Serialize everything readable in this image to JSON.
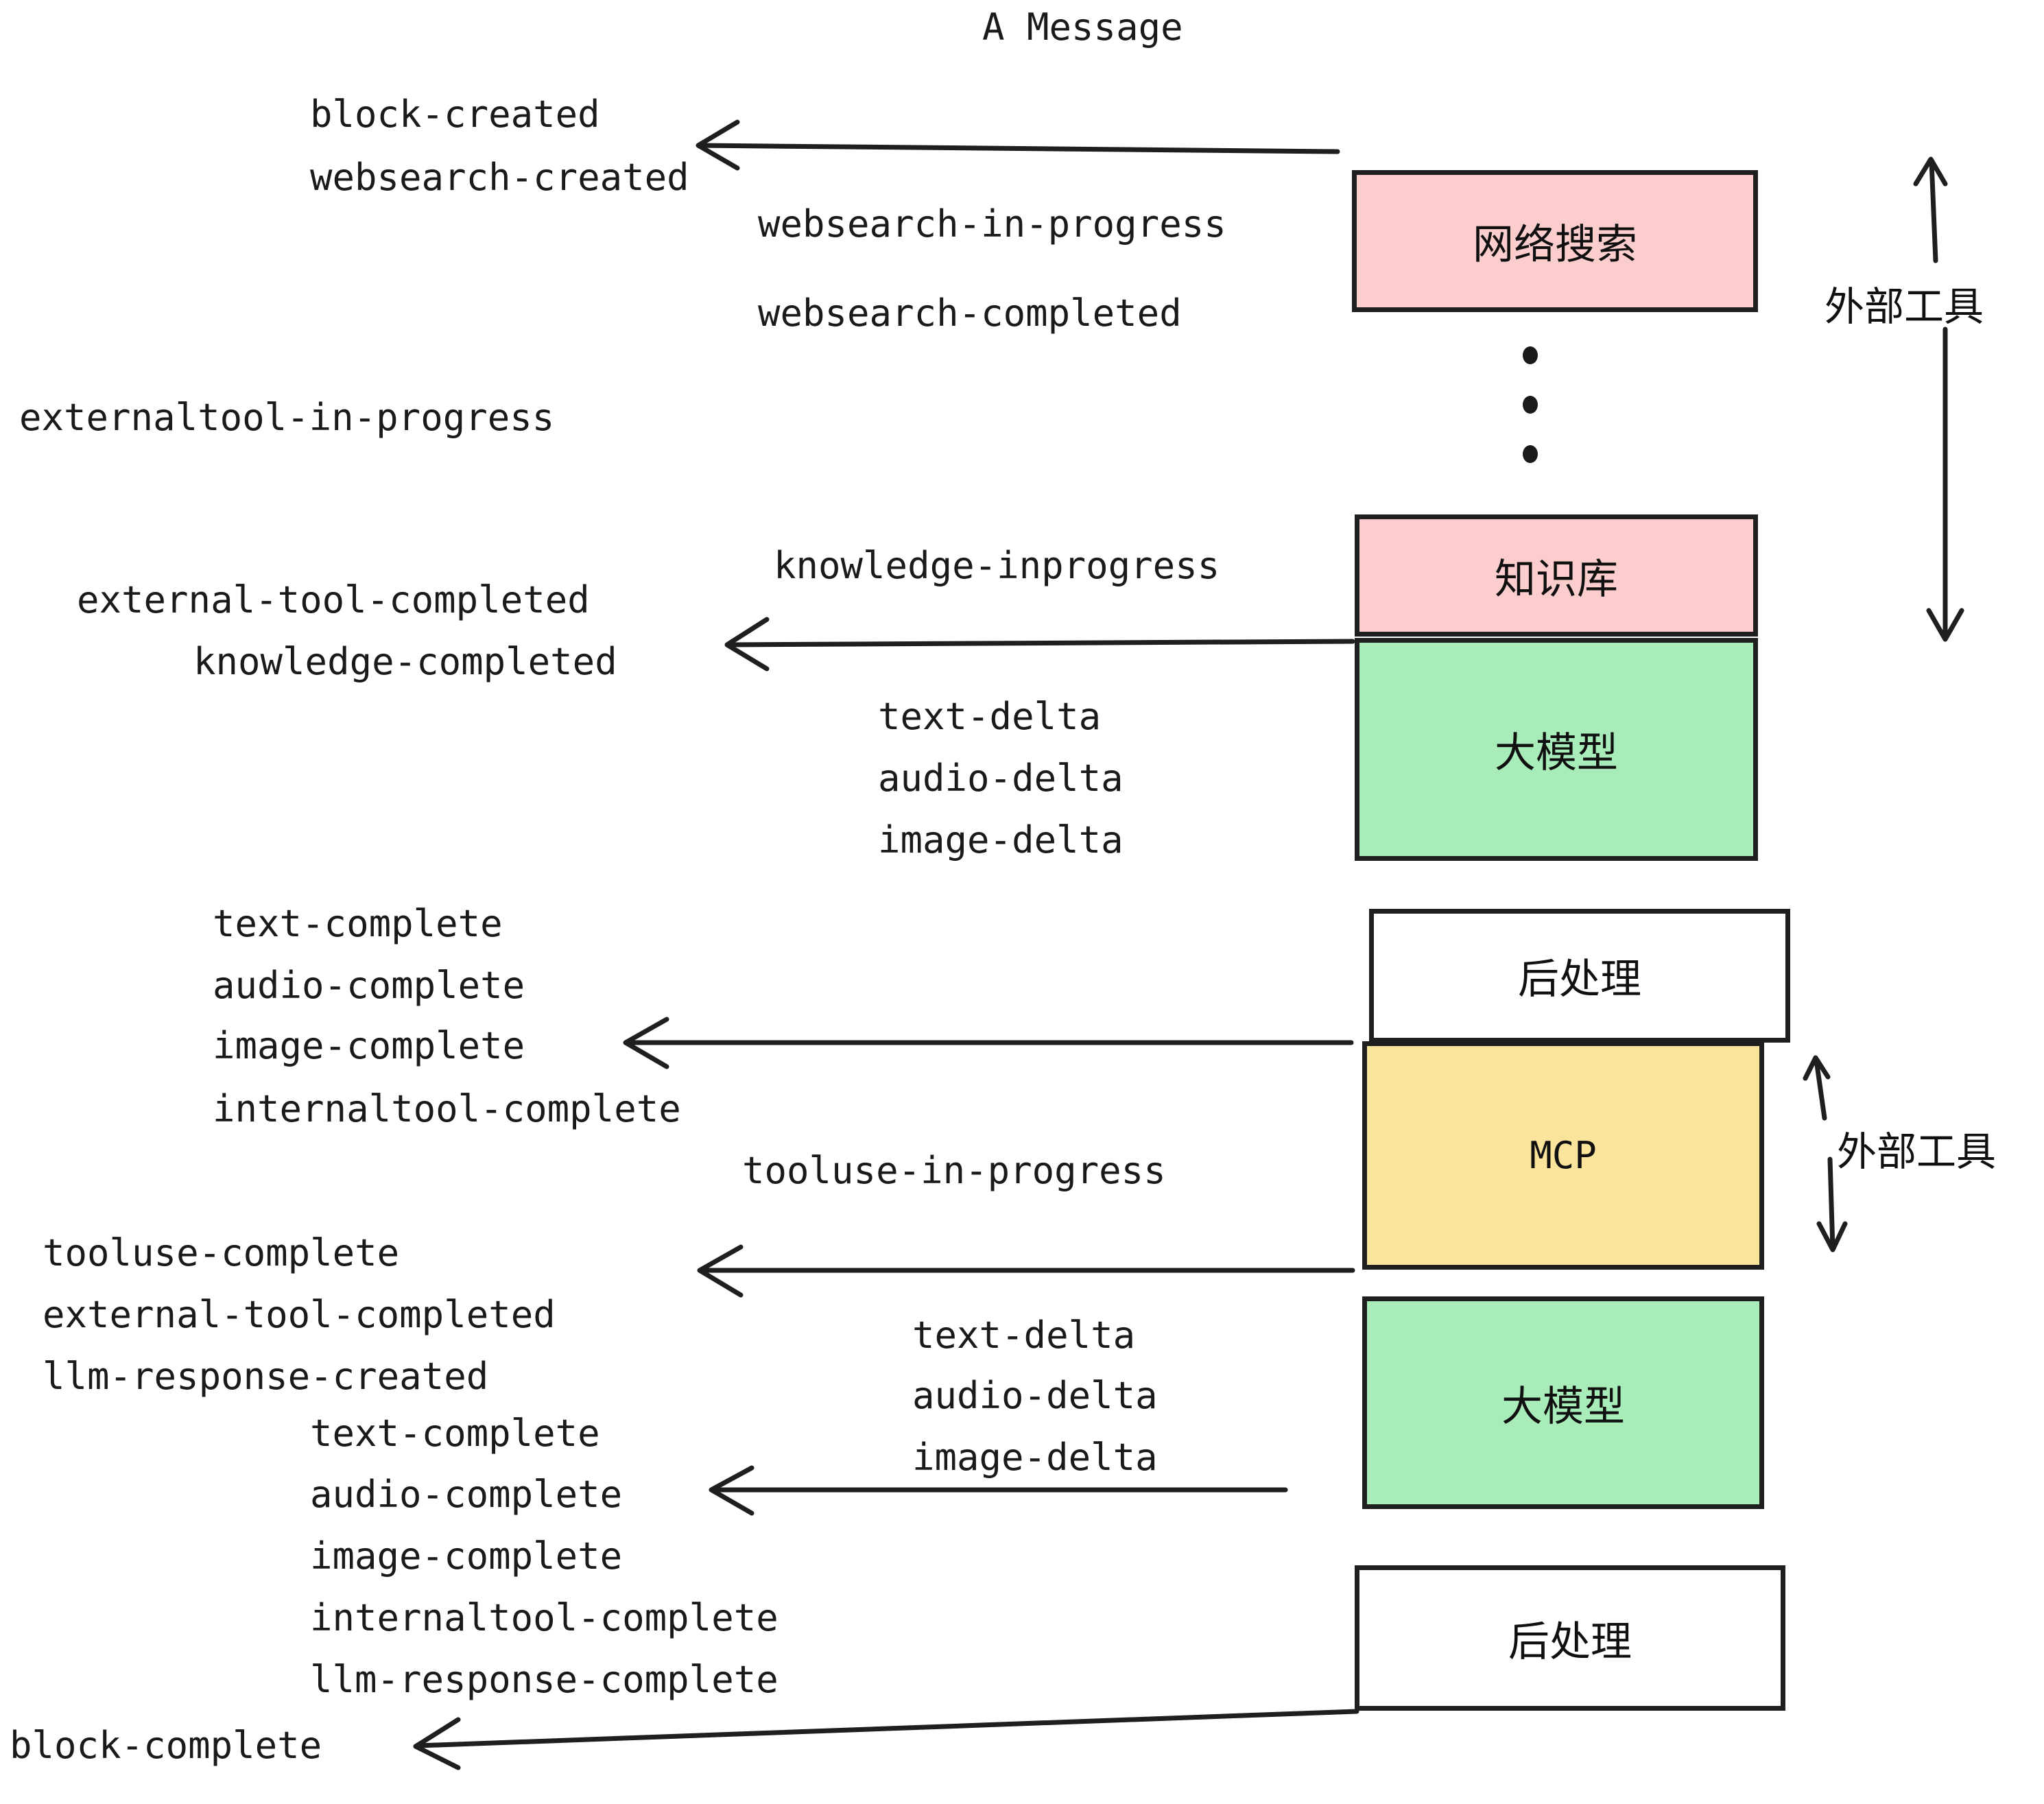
{
  "title": "A Message",
  "colors": {
    "external_tool_box": "#FBCDCD",
    "llm_box": "#A8EDB9",
    "mcp_box": "#FAE49B",
    "postprocess_box": "#FFFFFF",
    "stroke": "#1f1f1f",
    "text": "#1a1a1a",
    "background": "#FFFFFF"
  },
  "boxes": [
    {
      "id": "websearch",
      "label": "网络搜索",
      "fill": "#FBCDCD"
    },
    {
      "id": "knowledge",
      "label": "知识库",
      "fill": "#FBCDCD"
    },
    {
      "id": "llm-1",
      "label": "大模型",
      "fill": "#A8EDB9"
    },
    {
      "id": "postprocess-1",
      "label": "后处理",
      "fill": "#FFFFFF"
    },
    {
      "id": "mcp",
      "label": "MCP",
      "fill": "#FAE49B"
    },
    {
      "id": "llm-2",
      "label": "大模型",
      "fill": "#A8EDB9"
    },
    {
      "id": "postprocess-2",
      "label": "后处理",
      "fill": "#FFFFFF"
    }
  ],
  "side_labels": [
    {
      "id": "external-tool-top",
      "label": "外部工具"
    },
    {
      "id": "external-tool-bottom",
      "label": "外部工具"
    }
  ],
  "events": {
    "block_created": "block-created",
    "websearch_created": "websearch-created",
    "websearch_in_progress": "websearch-in-progress",
    "websearch_completed": "websearch-completed",
    "externaltool_in_progress": "externaltool-in-progress",
    "knowledge_inprogress": "knowledge-inprogress",
    "external_tool_completed_1": "external-tool-completed",
    "knowledge_completed": "knowledge-completed",
    "text_delta_1": "text-delta",
    "audio_delta_1": "audio-delta",
    "image_delta_1": "image-delta",
    "text_complete_1": "text-complete",
    "audio_complete_1": "audio-complete",
    "image_complete_1": "image-complete",
    "internaltool_complete_1": "internaltool-complete",
    "tooluse_in_progress": "tooluse-in-progress",
    "tooluse_complete": "tooluse-complete",
    "external_tool_completed_2": "external-tool-completed",
    "llm_response_created": "llm-response-created",
    "text_delta_2": "text-delta",
    "audio_delta_2": "audio-delta",
    "image_delta_2": "image-delta",
    "text_complete_2": "text-complete",
    "audio_complete_2": "audio-complete",
    "image_complete_2": "image-complete",
    "internaltool_complete_2": "internaltool-complete",
    "llm_response_complete": "llm-response-complete",
    "block_complete": "block-complete"
  },
  "ellipsis": {
    "id": "vertical-ellipsis",
    "count": 3
  }
}
